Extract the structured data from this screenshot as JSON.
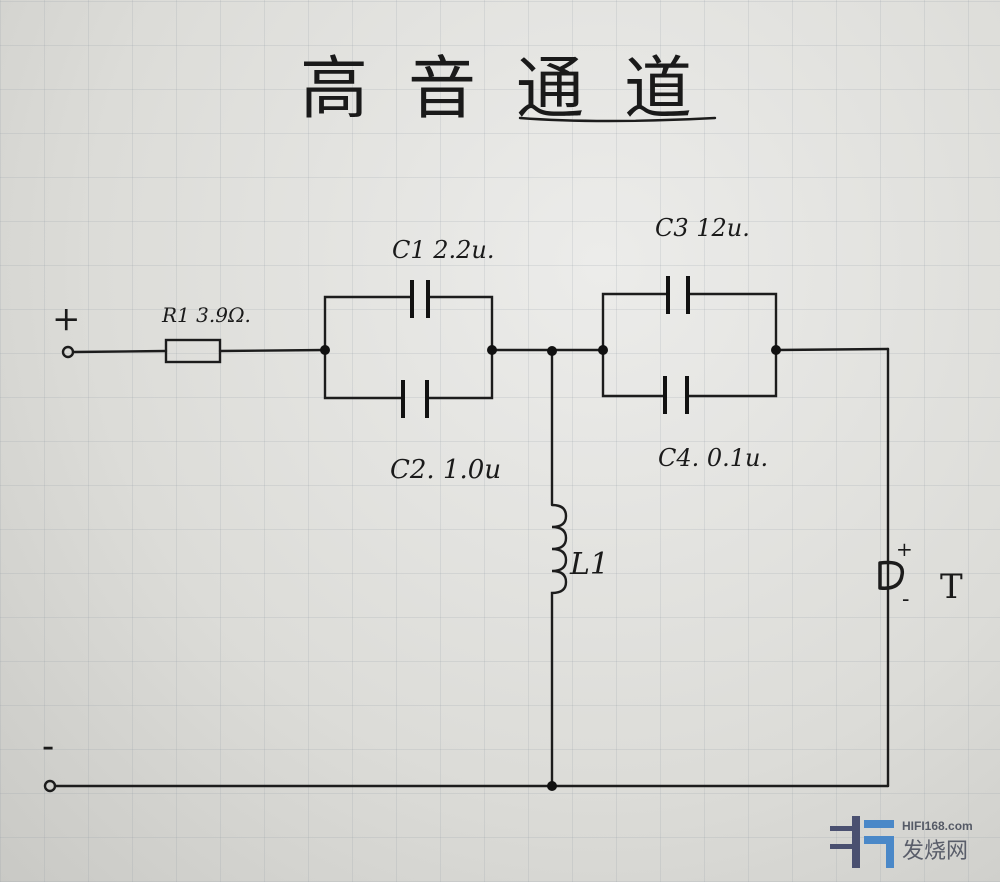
{
  "title": "高音通道",
  "terminals": {
    "positive": "+",
    "negative": "-"
  },
  "components": {
    "r1": "R1 3.9Ω.",
    "c1": "C1 2.2u.",
    "c2": "C2. 1.0u",
    "c3": "C3 12u.",
    "c4": "C4. 0.1u.",
    "l1": "L1",
    "speaker_plus": "+",
    "speaker_minus": "-",
    "speaker": "T"
  },
  "watermark": {
    "url": "HIFI168.com",
    "name": "发烧网"
  }
}
